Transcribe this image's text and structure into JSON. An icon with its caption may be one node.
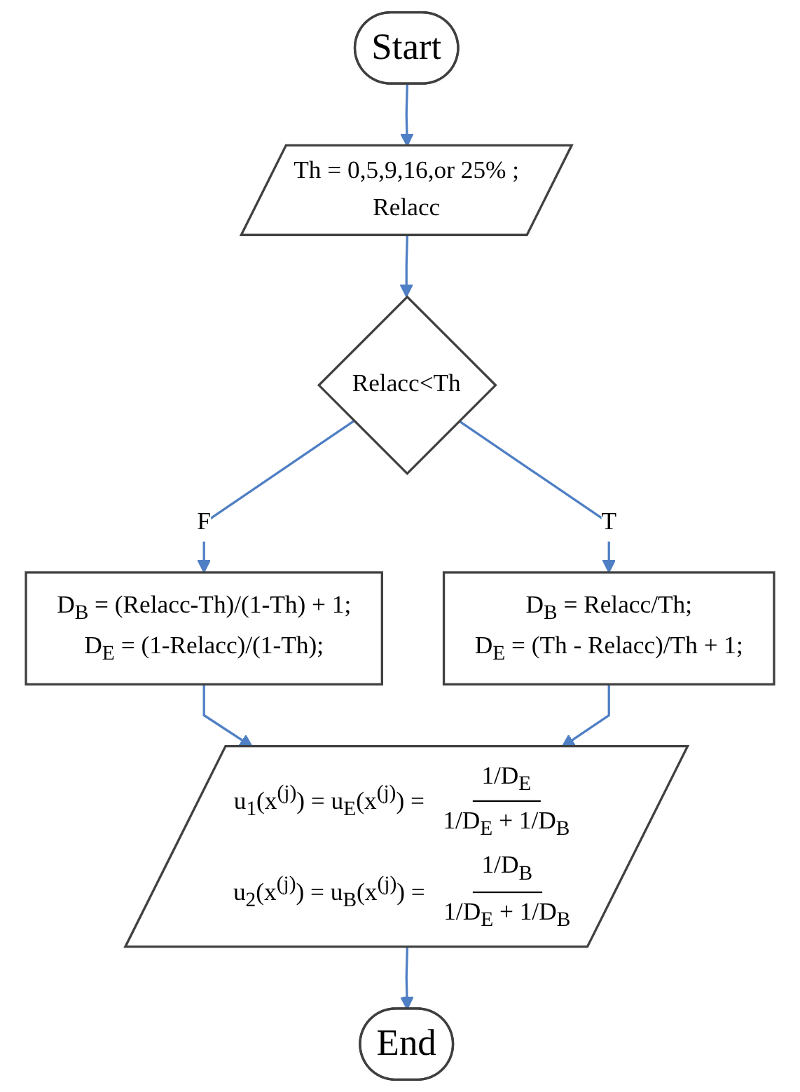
{
  "diagram": {
    "nodes": [
      {
        "text": [
          "Start"
        ]
      },
      {
        "text": [
          "Th = 0,5,9,16,or 25% ;",
          "Relacc"
        ]
      },
      {
        "text": [
          "Relacc<Th"
        ]
      },
      {
        "text": [
          "D$_{B}$ = (Relacc-Th)/(1-Th) + 1;",
          "D$_{E}$ = (1-Relacc)/(1-Th);"
        ]
      },
      {
        "text": [
          "D$_{B}$ = Relacc/Th;",
          "D$_{E}$ = (Th - Relacc)/Th + 1;"
        ]
      },
      {
        "text": [
          "u$_{1}$(x$^{(j)}$) = u$_{E}$(x$^{(j)}$) =",
          "1/D$_{E}$",
          "1/D$_{E}$ + 1/D$_{B}$",
          "u$_{2}$(x$^{(j)}$) = u$_{B}$(x$^{(j)}$) =",
          "1/D$_{B}$",
          "1/D$_{E}$ + 1/D$_{B}$"
        ]
      },
      {
        "text": [
          "End"
        ]
      }
    ],
    "edges": [
      {
        "from": 0,
        "to": 1,
        "arrow": "to"
      },
      {
        "from": 1,
        "to": 2,
        "arrow": "to"
      },
      {
        "from": 2,
        "to": 3,
        "label": "F",
        "arrow": "to"
      },
      {
        "from": 2,
        "to": 4,
        "label": "T",
        "arrow": "to"
      },
      {
        "from": 3,
        "to": 5,
        "arrow": "to"
      },
      {
        "from": 4,
        "to": 5,
        "arrow": "to"
      },
      {
        "from": 5,
        "to": 6,
        "arrow": "to"
      }
    ]
  }
}
